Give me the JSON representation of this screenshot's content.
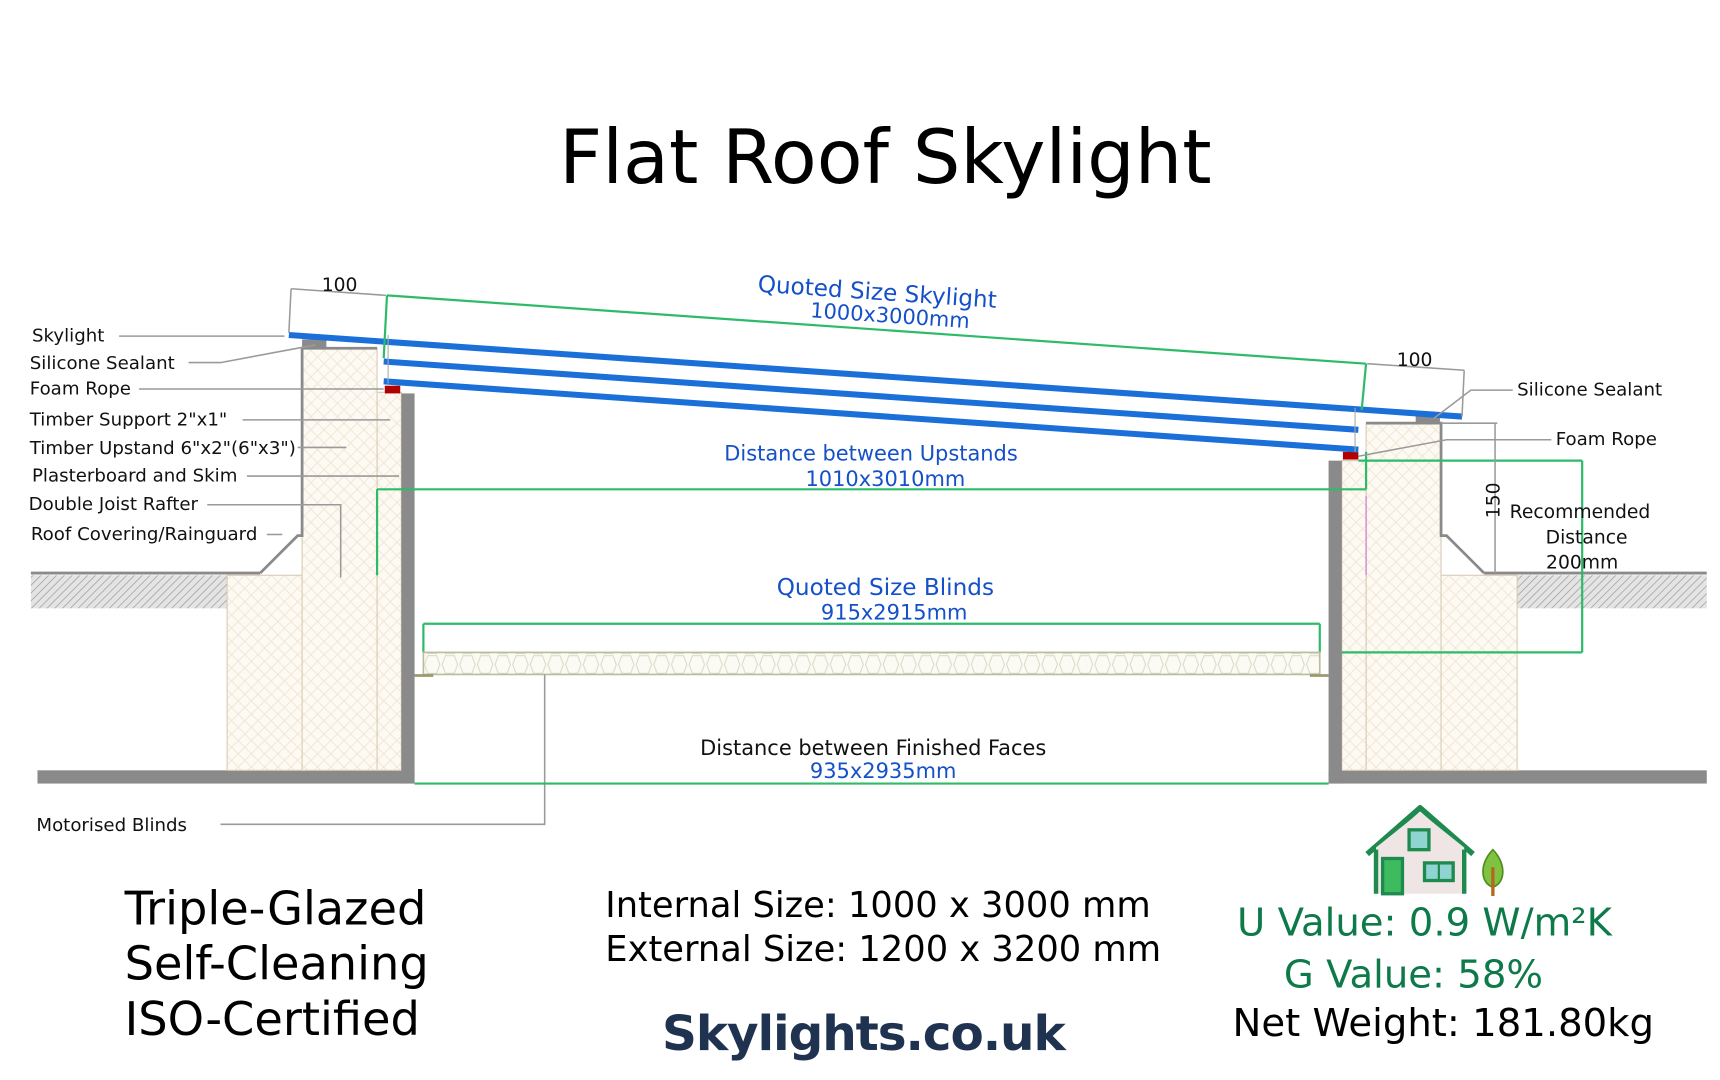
{
  "title": "Flat Roof Skylight",
  "left_labels": [
    {
      "id": "skylight",
      "text": "Skylight"
    },
    {
      "id": "silicone-sealant",
      "text": "Silicone Sealant"
    },
    {
      "id": "foam-rope",
      "text": "Foam Rope"
    },
    {
      "id": "timber-support",
      "text": "Timber Support 2\"x1\""
    },
    {
      "id": "timber-upstand",
      "text": "Timber Upstand 6\"x2\"(6\"x3\")"
    },
    {
      "id": "plasterboard",
      "text": "Plasterboard and Skim"
    },
    {
      "id": "double-joist",
      "text": "Double Joist Rafter"
    },
    {
      "id": "roof-covering",
      "text": "Roof Covering/Rainguard"
    }
  ],
  "right_labels": {
    "silicone_sealant": "Silicone Sealant",
    "foam_rope": "Foam Rope",
    "recommended_distance": [
      "Recommended",
      "Distance",
      "200mm"
    ],
    "height_150": "150"
  },
  "motorised_blinds_label": "Motorised Blinds",
  "dimensions": {
    "left_overhang": "100",
    "right_overhang": "100",
    "quoted_skylight": {
      "label": "Quoted Size Skylight",
      "value": "1000x3000mm"
    },
    "upstands": {
      "label": "Distance between Upstands",
      "value": "1010x3010mm"
    },
    "blinds": {
      "label": "Quoted Size Blinds",
      "value": "915x2915mm"
    },
    "finished_faces": {
      "label": "Distance between Finished Faces",
      "value": "935x2935mm"
    }
  },
  "features": [
    "Triple-Glazed",
    "Self-Cleaning",
    "ISO-Certified"
  ],
  "sizes": {
    "internal": "Internal Size: 1000 x 3000 mm",
    "external": "External Size: 1200 x 3200 mm"
  },
  "brand": "Skylights.co.uk",
  "performance": {
    "u_value": "U Value: 0.9 W/m²K",
    "g_value": "G Value: 58%",
    "net_weight": "Net Weight: 181.80kg"
  },
  "colors": {
    "glass_blue": "#1a6fd8",
    "dimension_green": "#2dbb6a",
    "dimension_text_blue": "#1450c8",
    "performance_green": "#0e7a4a",
    "brand_navy": "#1f3350",
    "foam_rope_red": "#b00000",
    "wall_grey": "#8a8a8a"
  },
  "icons": {
    "eco_house": "eco-house-icon"
  }
}
